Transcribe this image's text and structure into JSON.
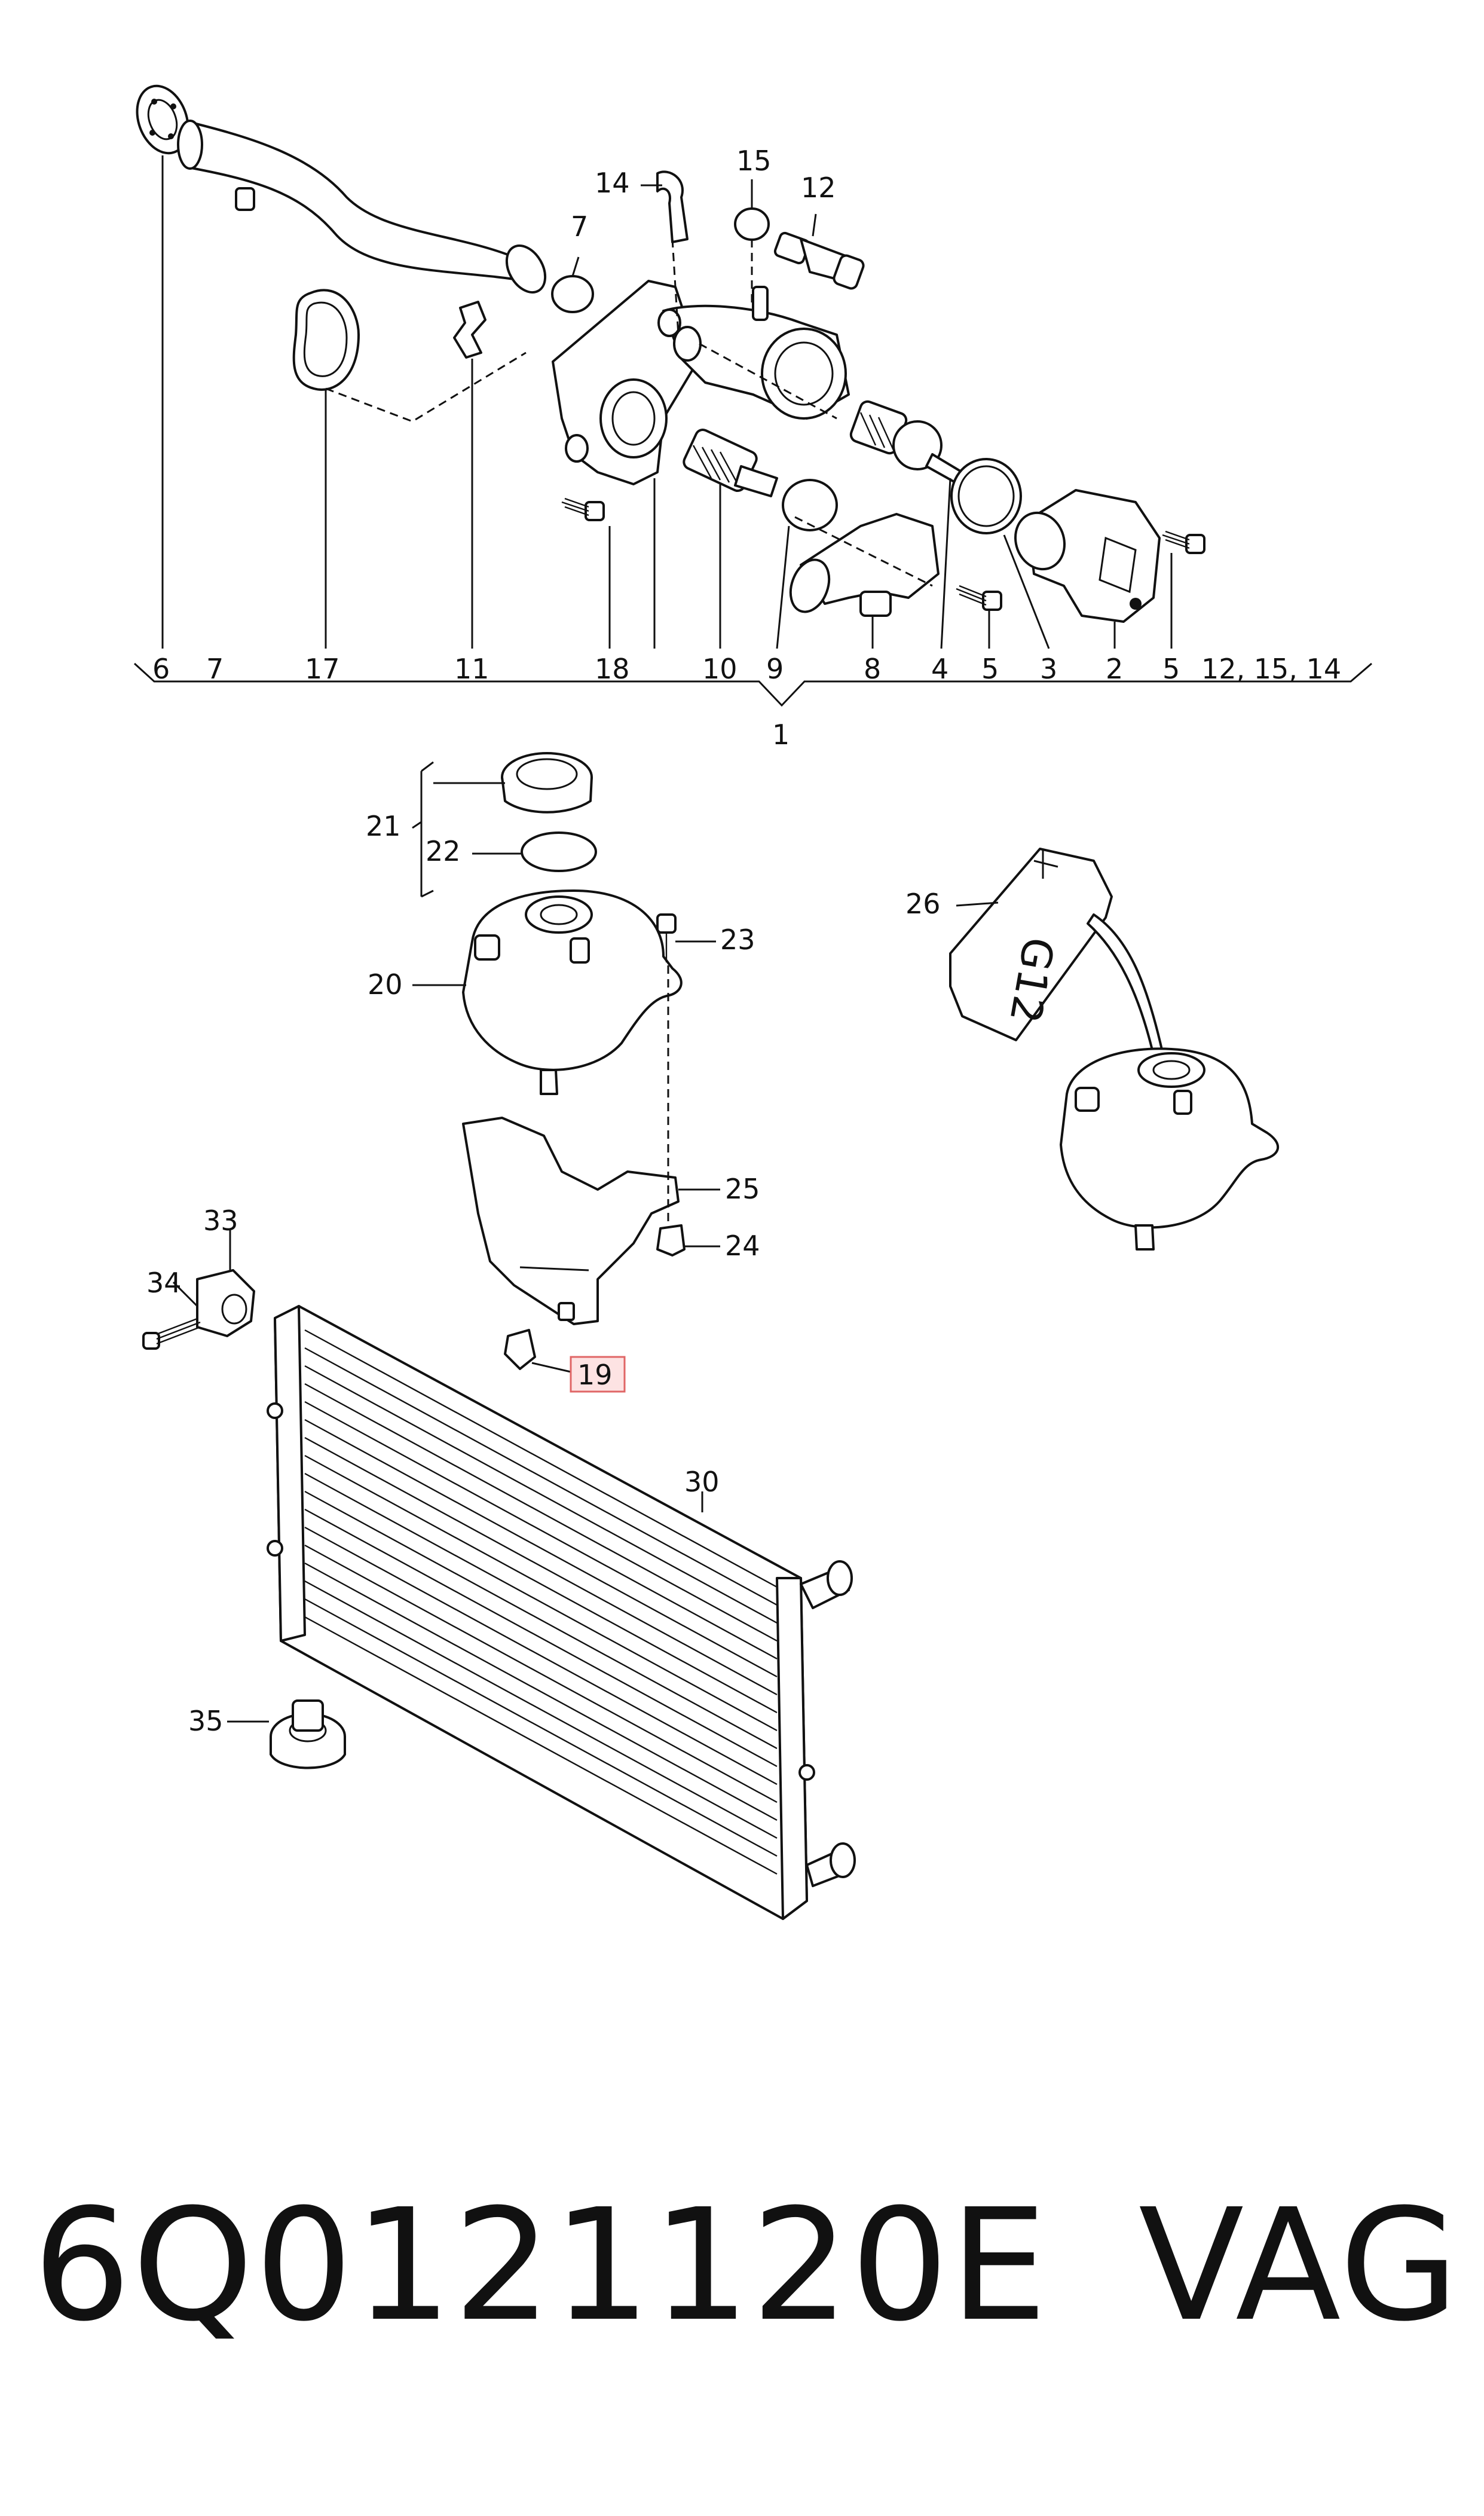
{
  "callouts": {
    "c1": "1",
    "c2": "2",
    "c3": "3",
    "c4": "4",
    "c5a": "5",
    "c5b": "5",
    "c6": "6",
    "c7a": "7",
    "c7b": "7",
    "c8": "8",
    "c9": "9",
    "c10": "10",
    "c11": "11",
    "c12": "12",
    "c14": "14",
    "c15": "15",
    "c17": "17",
    "c18": "18",
    "c19": "19",
    "c20": "20",
    "c21": "21",
    "c22": "22",
    "c23": "23",
    "c24": "24",
    "c25": "25",
    "c26": "26",
    "c30": "30",
    "c33": "33",
    "c34": "34",
    "c35": "35",
    "c_set": "12, 15, 14"
  },
  "highlighted_callout": "19",
  "colors": {
    "line": "#111111",
    "highlight_border": "#e06666",
    "highlight_fill": "#fde3e3"
  },
  "coolant_label": "G12",
  "caption": {
    "part_number": "6Q0121120E",
    "brand": "VAG"
  }
}
